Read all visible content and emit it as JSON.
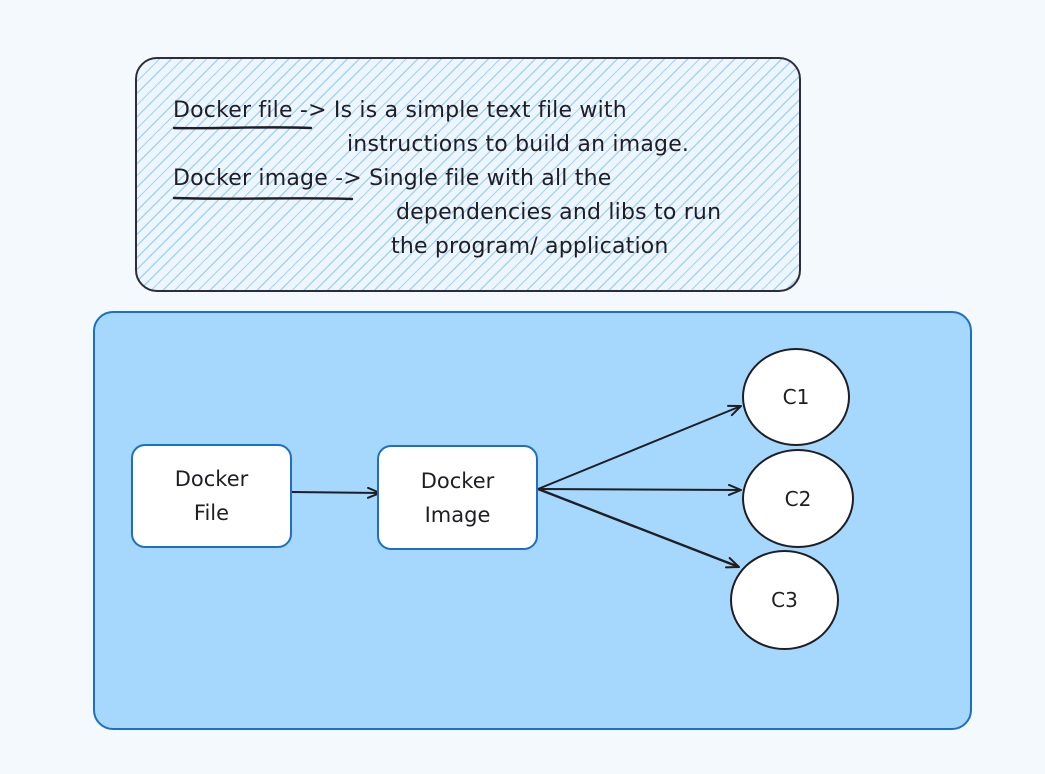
{
  "note": {
    "line1_term": "Docker file",
    "line1_rest": " -> Is is a simple text file with",
    "line2": "instructions to build an image.",
    "line3_term": "Docker image",
    "line3_rest": " -> Single file with all the",
    "line4": "dependencies and libs to run",
    "line5": "the program/ application"
  },
  "diagram": {
    "dockerfile_label_1": "Docker",
    "dockerfile_label_2": "File",
    "dockerimage_label_1": "Docker",
    "dockerimage_label_2": "Image",
    "containers": [
      "C1",
      "C2",
      "C3"
    ]
  },
  "colors": {
    "background": "#f4f9fe",
    "frame_fill": "#a5d8fc",
    "frame_stroke": "#1c6fc4",
    "hatch": "#a5d3f7",
    "ink": "#1e1e24"
  }
}
